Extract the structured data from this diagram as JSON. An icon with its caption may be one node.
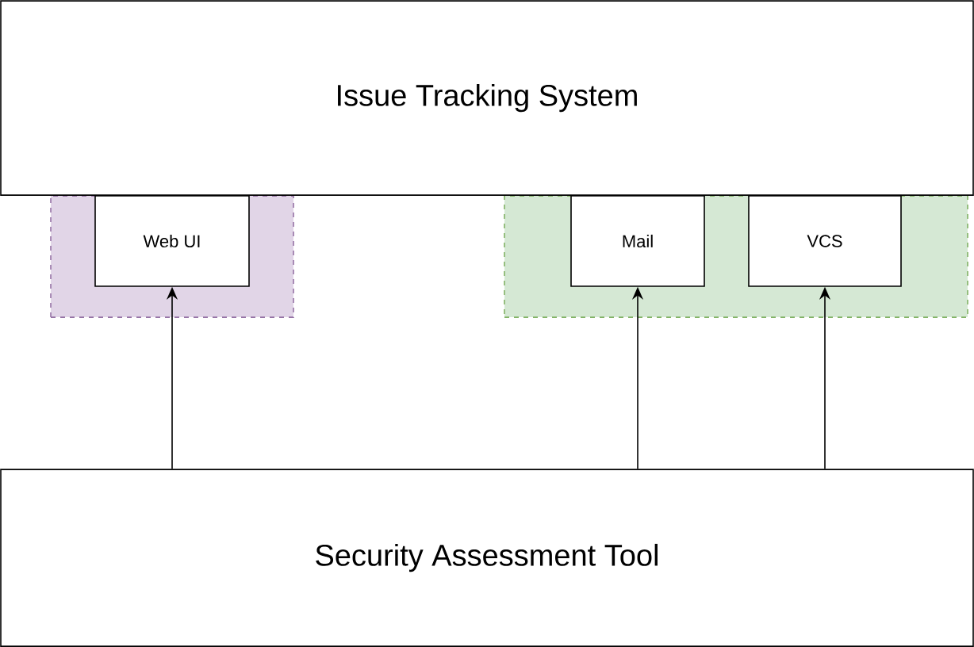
{
  "diagram": {
    "nodes": [
      {
        "text": [
          "Issue Tracking System"
        ]
      },
      {
        "text": [],
        "shape": "box"
      },
      {
        "text": [
          "Web UI"
        ],
        "in": 1
      },
      {
        "text": [],
        "shape": "box"
      },
      {
        "text": [
          "Mail"
        ],
        "in": 3
      },
      {
        "text": [
          "VCS"
        ],
        "in": 3
      },
      {
        "text": [
          "Security Assessment Tool"
        ]
      }
    ],
    "edges": [
      {
        "from": 6,
        "to": 2,
        "arrow": "to"
      },
      {
        "from": 6,
        "to": 4,
        "arrow": "to"
      },
      {
        "from": 6,
        "to": 5,
        "arrow": "to"
      }
    ]
  }
}
